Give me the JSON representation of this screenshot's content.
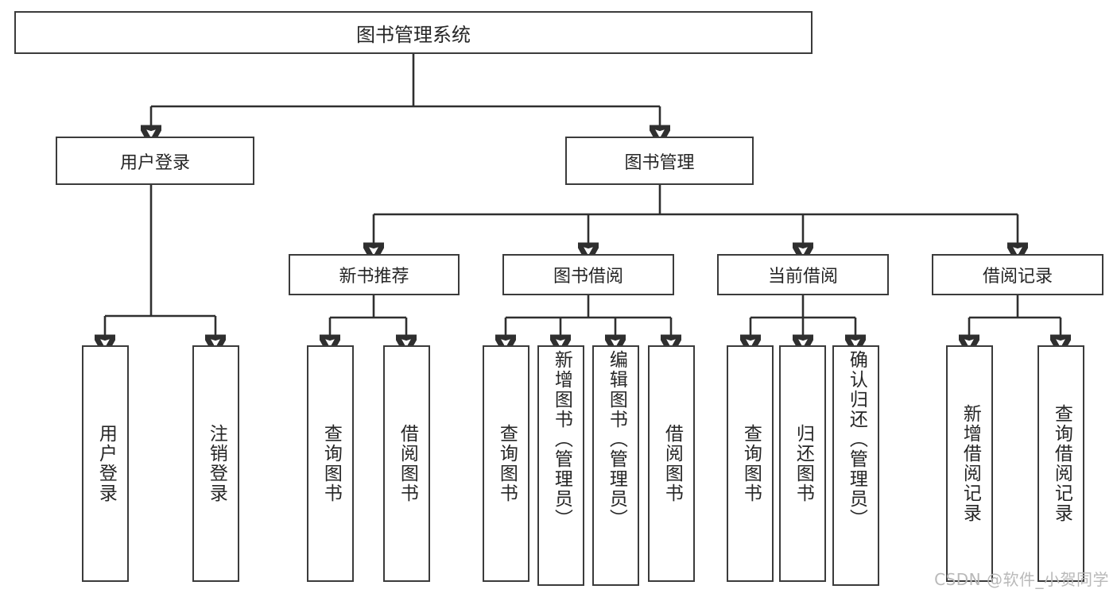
{
  "diagram": {
    "title": "图书管理系统",
    "type": "tree-hierarchy",
    "root": {
      "label": "图书管理系统"
    },
    "level2": [
      {
        "label": "用户登录"
      },
      {
        "label": "图书管理"
      }
    ],
    "level3": [
      {
        "label": "新书推荐"
      },
      {
        "label": "图书借阅"
      },
      {
        "label": "当前借阅"
      },
      {
        "label": "借阅记录"
      }
    ],
    "leaves": [
      {
        "label": "用户登录",
        "parent": "用户登录"
      },
      {
        "label": "注销登录",
        "parent": "用户登录"
      },
      {
        "label": "查询图书",
        "parent": "新书推荐"
      },
      {
        "label": "借阅图书",
        "parent": "新书推荐"
      },
      {
        "label": "查询图书",
        "parent": "图书借阅"
      },
      {
        "label": "新增图书（管理员）",
        "parent": "图书借阅"
      },
      {
        "label": "编辑图书（管理员）",
        "parent": "图书借阅"
      },
      {
        "label": "借阅图书",
        "parent": "图书借阅"
      },
      {
        "label": "查询图书",
        "parent": "当前借阅"
      },
      {
        "label": "归还图书",
        "parent": "当前借阅"
      },
      {
        "label": "确认归还（管理员）",
        "parent": "当前借阅"
      },
      {
        "label": "新增借阅记录",
        "parent": "借阅记录"
      },
      {
        "label": "查询借阅记录",
        "parent": "借阅记录"
      }
    ]
  },
  "watermark": {
    "text": "CSDN @软件_小贺同学"
  },
  "colors": {
    "stroke": "#3b3b3b",
    "text": "#262626",
    "background": "#ffffff",
    "watermark": "#b9b9b9"
  }
}
